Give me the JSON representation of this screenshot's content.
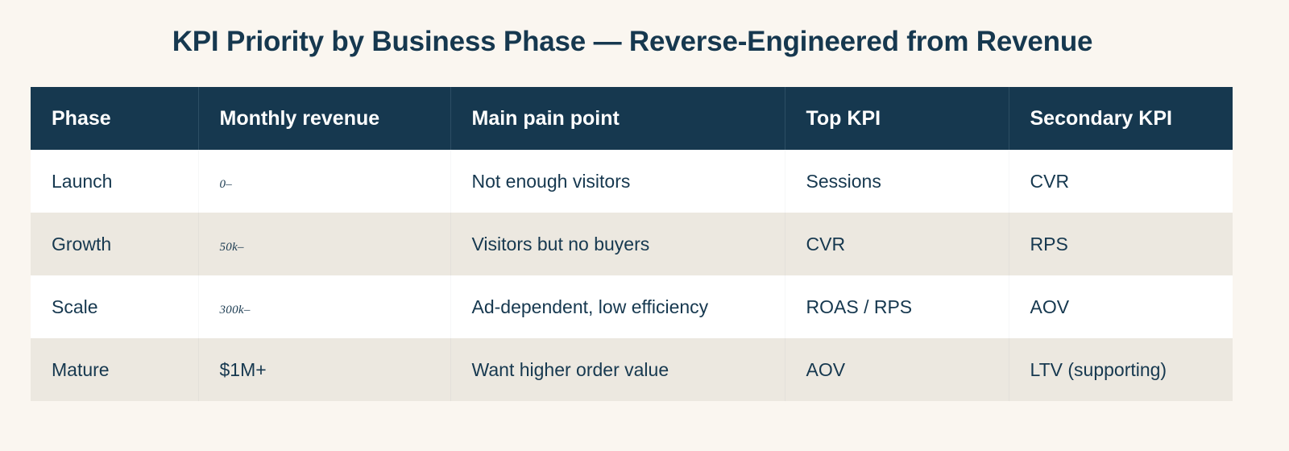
{
  "title": "KPI Priority by Business Phase — Reverse-Engineered from Revenue",
  "colors": {
    "page_background": "#faf6f0",
    "header_background": "#16384f",
    "header_text": "#ffffff",
    "body_text": "#16384f",
    "row_odd_background": "#ffffff",
    "row_even_background": "#ece8e0"
  },
  "table": {
    "columns": [
      {
        "key": "phase",
        "label": "Phase"
      },
      {
        "key": "revenue",
        "label": "Monthly revenue"
      },
      {
        "key": "pain",
        "label": "Main pain point"
      },
      {
        "key": "top_kpi",
        "label": "Top KPI"
      },
      {
        "key": "secondary_kpi",
        "label": "Secondary KPI"
      }
    ],
    "rows": [
      {
        "phase": "Launch",
        "revenue": "0–",
        "revenue_is_math": true,
        "pain": "Not enough visitors",
        "top_kpi": "Sessions",
        "secondary_kpi": "CVR"
      },
      {
        "phase": "Growth",
        "revenue": "50k–",
        "revenue_is_math": true,
        "pain": "Visitors but no buyers",
        "top_kpi": "CVR",
        "secondary_kpi": "RPS"
      },
      {
        "phase": "Scale",
        "revenue": "300k–",
        "revenue_is_math": true,
        "pain": "Ad-dependent, low efficiency",
        "top_kpi": "ROAS / RPS",
        "secondary_kpi": "AOV"
      },
      {
        "phase": "Mature",
        "revenue": "$1M+",
        "revenue_is_math": false,
        "pain": "Want higher order value",
        "top_kpi": "AOV",
        "secondary_kpi": "LTV (supporting)"
      }
    ]
  }
}
